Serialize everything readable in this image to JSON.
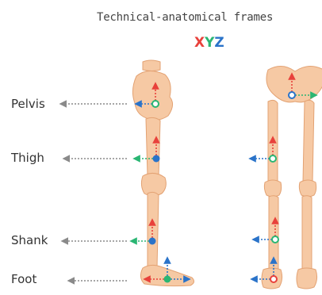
{
  "title": "Technical-anatomical frames",
  "axes_legend": {
    "x": {
      "label": "X",
      "color": "#e8413b"
    },
    "y": {
      "label": "Y",
      "color": "#2ab673"
    },
    "z": {
      "label": "Z",
      "color": "#2a73c9"
    }
  },
  "segments": [
    {
      "label": "Pelvis"
    },
    {
      "label": "Thigh"
    },
    {
      "label": "Shank"
    },
    {
      "label": "Foot"
    }
  ],
  "colors": {
    "bone_fill": "#f6c9a4",
    "bone_stroke": "#e3a273",
    "pointer": "#8a8a8a"
  }
}
